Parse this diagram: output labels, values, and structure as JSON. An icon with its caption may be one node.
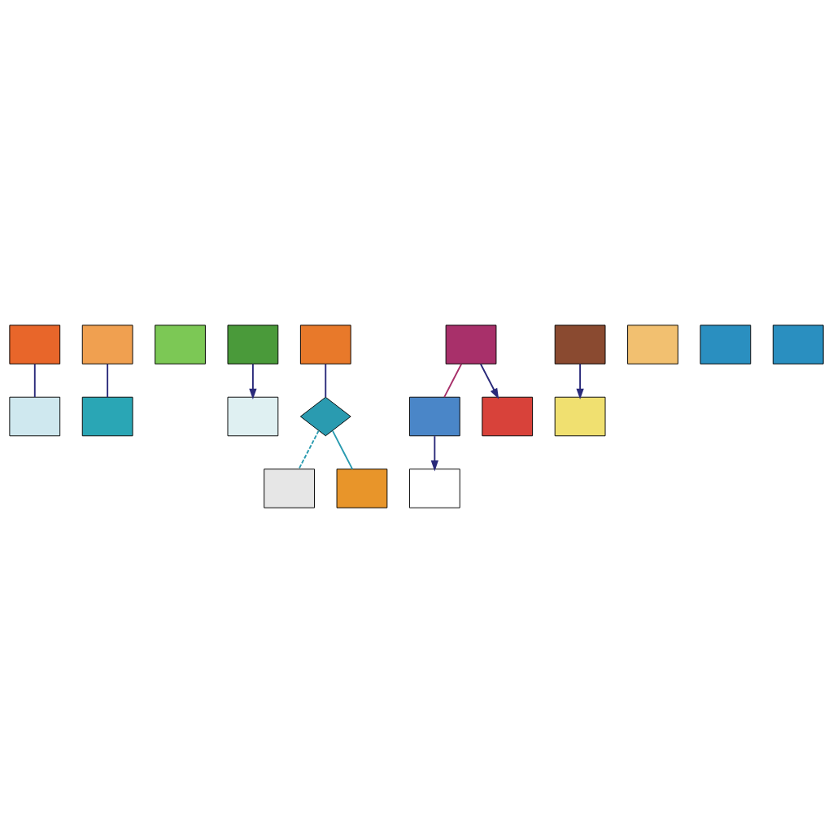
{
  "diagram": {
    "nodes": [
      {
        "text": [],
        "shape": "box"
      },
      {
        "text": [],
        "shape": "box"
      },
      {
        "text": [],
        "shape": "box"
      },
      {
        "text": [],
        "shape": "box"
      },
      {
        "text": [],
        "shape": "box"
      },
      {
        "text": [],
        "shape": "box"
      },
      {
        "text": [],
        "shape": "box"
      },
      {
        "text": [],
        "shape": "box"
      },
      {
        "text": [],
        "shape": "diamond"
      },
      {
        "text": [],
        "shape": "box"
      },
      {
        "text": [],
        "shape": "box"
      },
      {
        "text": [],
        "shape": "box"
      },
      {
        "text": [],
        "shape": "box"
      },
      {
        "text": [],
        "shape": "box"
      },
      {
        "text": [],
        "shape": "box"
      },
      {
        "text": [],
        "shape": "box"
      },
      {
        "text": [],
        "shape": "box"
      },
      {
        "text": [],
        "shape": "box"
      },
      {
        "text": [],
        "shape": "box"
      },
      {
        "text": [],
        "shape": "box"
      }
    ],
    "edges": [
      {
        "from": 0,
        "to": 4,
        "arrow": "none"
      },
      {
        "from": 1,
        "to": 5,
        "arrow": "none"
      },
      {
        "from": 3,
        "to": 6,
        "arrow": "to"
      },
      {
        "from": 7,
        "to": 8,
        "arrow": "none"
      },
      {
        "from": 8,
        "to": 9,
        "arrow": "none",
        "style": "dashed",
        "color": "#2a9bb0"
      },
      {
        "from": 8,
        "to": 10,
        "arrow": "none",
        "color": "#2a9bb0"
      },
      {
        "from": 11,
        "to": 12,
        "arrow": "none",
        "color": "#a8306a"
      },
      {
        "from": 11,
        "to": 14,
        "arrow": "to"
      },
      {
        "from": 12,
        "to": 16,
        "arrow": "to"
      },
      {
        "from": 13,
        "to": 19,
        "arrow": "to"
      }
    ]
  }
}
